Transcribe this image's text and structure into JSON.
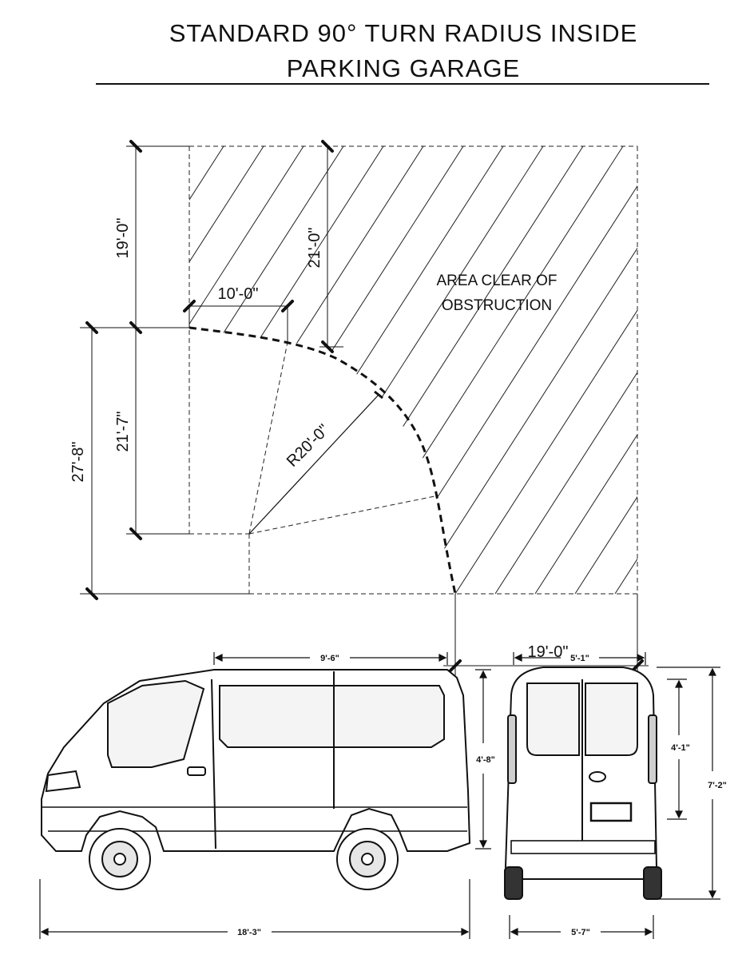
{
  "title": {
    "line1": "STANDARD 90° TURN RADIUS INSIDE",
    "line2": "PARKING GARAGE"
  },
  "diagram": {
    "area_label_line1": "AREA CLEAR OF",
    "area_label_line2": "OBSTRUCTION",
    "radius_label": "R20'-0\"",
    "dim_top_left_vertical": "19'-0\"",
    "dim_inner_vertical": "21'-0\"",
    "dim_horizontal_offset": "10'-0\"",
    "dim_left_inner_vertical": "21'-7\"",
    "dim_left_outer_vertical": "27'-8\"",
    "dim_bottom_horizontal": "19'-0\""
  },
  "vans": {
    "side_cargo_length": "9'-6\"",
    "side_height": "4'-8\"",
    "side_overall_length": "18'-3\"",
    "rear_door_width": "5'-1\"",
    "rear_door_height": "4'-1\"",
    "rear_overall_height": "7'-2\"",
    "rear_track_width": "5'-7\""
  }
}
